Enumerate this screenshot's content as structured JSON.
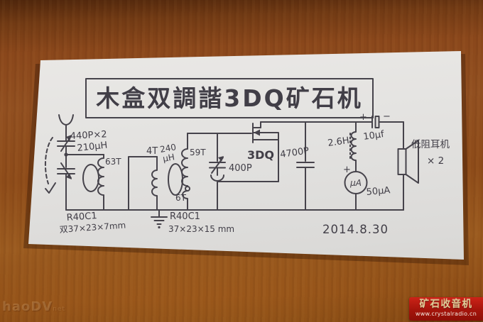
{
  "photo": {
    "title": "木盒双調諧3DQ矿石机",
    "date": "2014.8.30"
  },
  "labels": {
    "gang_cap": "440P×2",
    "coil1_inductance": "210µH",
    "coil1_turns": "63T",
    "link_turns": "4T",
    "coil2_value": "240",
    "coil2_unit": "µH",
    "coil2_turns": "59T",
    "coil2_tap": "6T",
    "tuning_cap": "400P",
    "transistor": "3DQ",
    "bypass_cap": "4700P",
    "choke": "2.6H",
    "meter_plus": "+",
    "meter_face": "µA",
    "meter_range": "50µA",
    "output_cap_plus": "+",
    "output_cap_minus": "−",
    "output_cap": "10µf",
    "headphones": "低阻耳机",
    "headphones_qty": "× 2",
    "rod1_model": "R40C1",
    "rod1_size": "双37×23×7mm",
    "rod2_model": "R40C1",
    "rod2_size": "37×23×15 mm"
  },
  "watermark": {
    "text": "haoDV",
    "suffix": "net"
  },
  "badge": {
    "title": "矿石收音机",
    "url": "www.crystalradio.cn"
  },
  "colors": {
    "ink": "#46434b",
    "paper": "#e6e4e1",
    "wood": "#8d4a1c",
    "badge_red": "#a5140b",
    "badge_gold": "#e0cb96"
  }
}
